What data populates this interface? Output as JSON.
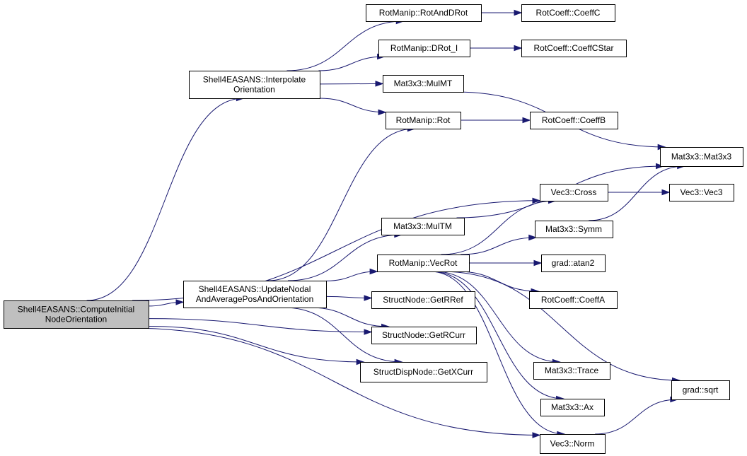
{
  "graph": {
    "nodes": [
      {
        "id": "root",
        "lines": [
          "Shell4EASANS::ComputeInitial",
          "NodeOrientation"
        ],
        "highlighted": true
      },
      {
        "id": "interp",
        "lines": [
          "Shell4EASANS::Interpolate",
          "Orientation"
        ]
      },
      {
        "id": "update",
        "lines": [
          "Shell4EASANS::UpdateNodal",
          "AndAveragePosAndOrientation"
        ]
      },
      {
        "id": "rotanddrot",
        "lines": [
          "RotManip::RotAndDRot"
        ]
      },
      {
        "id": "drot",
        "lines": [
          "RotManip::DRot_I"
        ]
      },
      {
        "id": "mulmt",
        "lines": [
          "Mat3x3::MulMT"
        ]
      },
      {
        "id": "rot",
        "lines": [
          "RotManip::Rot"
        ]
      },
      {
        "id": "coeffc",
        "lines": [
          "RotCoeff::CoeffC"
        ]
      },
      {
        "id": "coeffcstar",
        "lines": [
          "RotCoeff::CoeffCStar"
        ]
      },
      {
        "id": "coeffb",
        "lines": [
          "RotCoeff::CoeffB"
        ]
      },
      {
        "id": "mat3x3",
        "lines": [
          "Mat3x3::Mat3x3"
        ]
      },
      {
        "id": "cross",
        "lines": [
          "Vec3::Cross"
        ]
      },
      {
        "id": "vec3",
        "lines": [
          "Vec3::Vec3"
        ]
      },
      {
        "id": "multm",
        "lines": [
          "Mat3x3::MulTM"
        ]
      },
      {
        "id": "symm",
        "lines": [
          "Mat3x3::Symm"
        ]
      },
      {
        "id": "vecrot",
        "lines": [
          "RotManip::VecRot"
        ]
      },
      {
        "id": "atan2",
        "lines": [
          "grad::atan2"
        ]
      },
      {
        "id": "coeffa",
        "lines": [
          "RotCoeff::CoeffA"
        ]
      },
      {
        "id": "getrref",
        "lines": [
          "StructNode::GetRRef"
        ]
      },
      {
        "id": "getrcurr",
        "lines": [
          "StructNode::GetRCurr"
        ]
      },
      {
        "id": "getxcurr",
        "lines": [
          "StructDispNode::GetXCurr"
        ]
      },
      {
        "id": "trace",
        "lines": [
          "Mat3x3::Trace"
        ]
      },
      {
        "id": "sqrt",
        "lines": [
          "grad::sqrt"
        ]
      },
      {
        "id": "ax",
        "lines": [
          "Mat3x3::Ax"
        ]
      },
      {
        "id": "norm",
        "lines": [
          "Vec3::Norm"
        ]
      }
    ],
    "edges": [
      [
        "root",
        "interp"
      ],
      [
        "root",
        "update"
      ],
      [
        "root",
        "cross"
      ],
      [
        "root",
        "getrcurr"
      ],
      [
        "root",
        "getxcurr"
      ],
      [
        "root",
        "norm"
      ],
      [
        "interp",
        "rotanddrot"
      ],
      [
        "interp",
        "drot"
      ],
      [
        "interp",
        "mulmt"
      ],
      [
        "interp",
        "rot"
      ],
      [
        "rotanddrot",
        "coeffc"
      ],
      [
        "drot",
        "coeffcstar"
      ],
      [
        "rot",
        "coeffb"
      ],
      [
        "mulmt",
        "mat3x3"
      ],
      [
        "update",
        "rot"
      ],
      [
        "update",
        "multm"
      ],
      [
        "update",
        "vecrot"
      ],
      [
        "update",
        "getrref"
      ],
      [
        "update",
        "getrcurr"
      ],
      [
        "update",
        "getxcurr"
      ],
      [
        "multm",
        "mat3x3"
      ],
      [
        "cross",
        "vec3"
      ],
      [
        "symm",
        "mat3x3"
      ],
      [
        "vecrot",
        "cross"
      ],
      [
        "vecrot",
        "symm"
      ],
      [
        "vecrot",
        "atan2"
      ],
      [
        "vecrot",
        "coeffa"
      ],
      [
        "vecrot",
        "trace"
      ],
      [
        "vecrot",
        "ax"
      ],
      [
        "vecrot",
        "norm"
      ],
      [
        "vecrot",
        "sqrt"
      ],
      [
        "norm",
        "sqrt"
      ]
    ]
  }
}
